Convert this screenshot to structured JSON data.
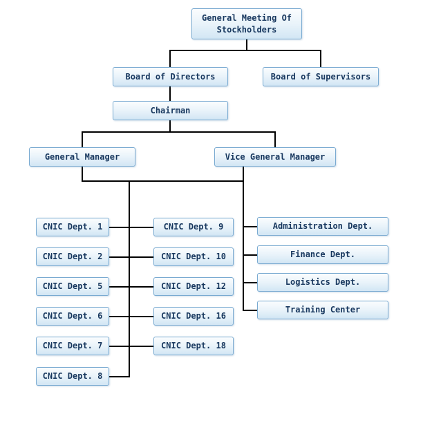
{
  "org_chart": {
    "stockholders": "General Meeting Of Stockholders",
    "board_of_directors": "Board of Directors",
    "board_of_supervisors": "Board of Supervisors",
    "chairman": "Chairman",
    "general_manager": "General Manager",
    "vice_general_manager": "Vice General Manager",
    "left_column": [
      "CNIC Dept. 1",
      "CNIC Dept. 2",
      "CNIC Dept. 5",
      "CNIC Dept. 6",
      "CNIC Dept. 7",
      "CNIC Dept. 8"
    ],
    "middle_column": [
      "CNIC Dept. 9",
      "CNIC Dept. 10",
      "CNIC Dept. 12",
      "CNIC Dept. 16",
      "CNIC Dept. 18"
    ],
    "right_column": [
      "Administration Dept.",
      "Finance Dept.",
      "Logistics Dept.",
      "Training Center"
    ],
    "hierarchy": {
      "stockholders": [
        "board_of_directors",
        "board_of_supervisors"
      ],
      "board_of_directors": [
        "chairman"
      ],
      "chairman": [
        "general_manager",
        "vice_general_manager"
      ],
      "managers": [
        "left_column",
        "middle_column",
        "right_column"
      ]
    }
  },
  "colors": {
    "background": "#ffffff",
    "box_border": "#79aad1",
    "box_gradient_top": "#fbfdfe",
    "box_gradient_bottom": "#d2e6f4",
    "box_text": "#17375e",
    "connector": "#000000"
  }
}
